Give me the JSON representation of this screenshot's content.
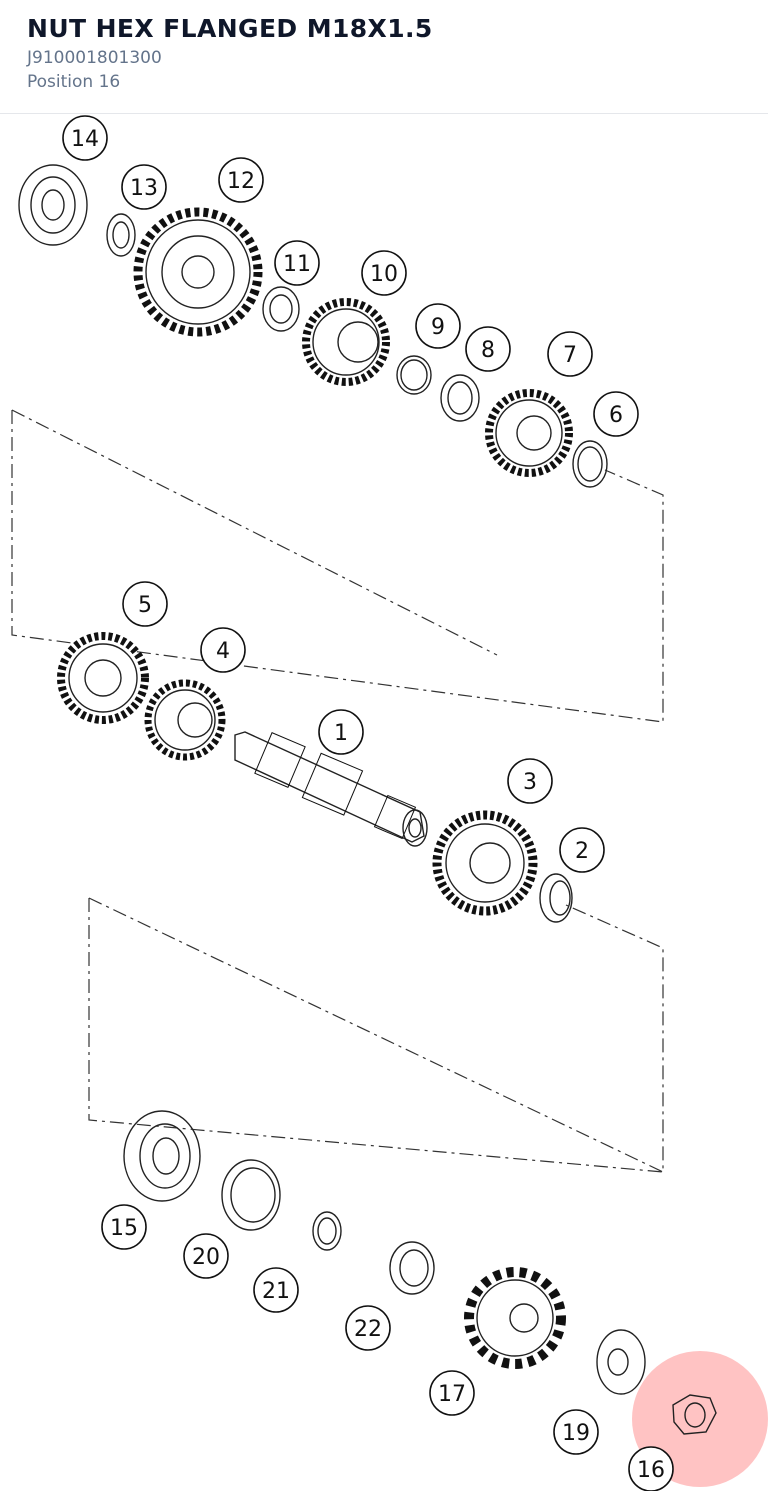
{
  "header": {
    "title": "NUT HEX FLANGED M18X1.5",
    "part_number": "J910001801300",
    "position": "Position 16"
  },
  "diagram": {
    "callouts": [
      "1",
      "2",
      "3",
      "4",
      "5",
      "6",
      "7",
      "8",
      "9",
      "10",
      "11",
      "12",
      "13",
      "14",
      "15",
      "16",
      "17",
      "19",
      "20",
      "21",
      "22"
    ],
    "highlighted": "16",
    "highlight_color": "#ff7b7b"
  }
}
